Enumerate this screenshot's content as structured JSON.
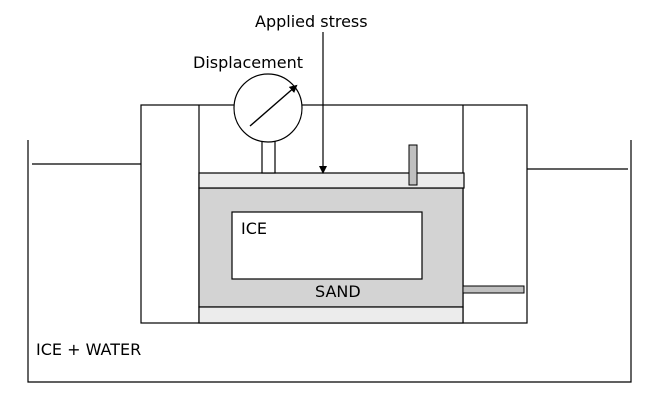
{
  "labels": {
    "applied_stress": "Applied stress",
    "displacement": "Displacement",
    "ice": "ICE",
    "sand": "SAND",
    "ice_water": "ICE + WATER"
  },
  "colors": {
    "line": "#000000",
    "sand_fill": "#d3d3d3",
    "platen_fill": "#ececec",
    "background": "#ffffff"
  }
}
